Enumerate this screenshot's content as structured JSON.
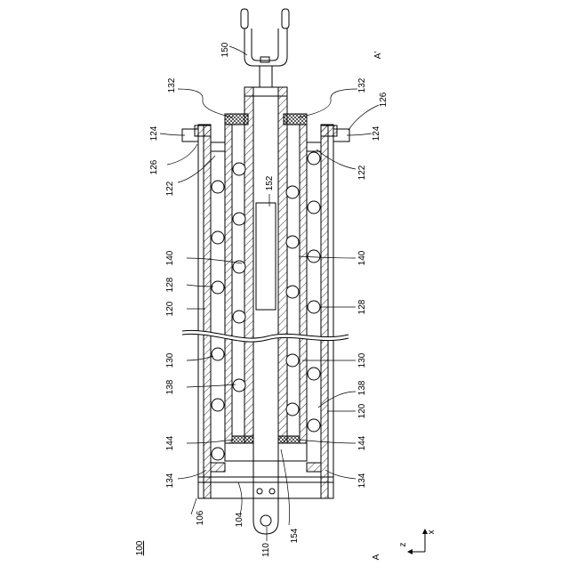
{
  "figure": {
    "number": "100",
    "section_start": "A",
    "section_end": "A'",
    "axes": {
      "x": "x",
      "z": "z"
    }
  },
  "labels": {
    "l150": "150",
    "l152": "152",
    "l154": "154",
    "l110": "110",
    "l104": "104",
    "l106": "106",
    "l132_left": "132",
    "l132_right": "132",
    "l124_left": "124",
    "l124_right": "124",
    "l126_left": "126",
    "l126_right": "126",
    "l122_left": "122",
    "l122_right": "122",
    "l140_left": "140",
    "l140_right": "140",
    "l128_left": "128",
    "l128_right": "128",
    "l120_left": "120",
    "l120_right": "120",
    "l130_left": "130",
    "l130_right": "130",
    "l138_left": "138",
    "l138_right": "138",
    "l144_left": "144",
    "l144_right": "144",
    "l134_left": "134",
    "l134_right": "134"
  }
}
